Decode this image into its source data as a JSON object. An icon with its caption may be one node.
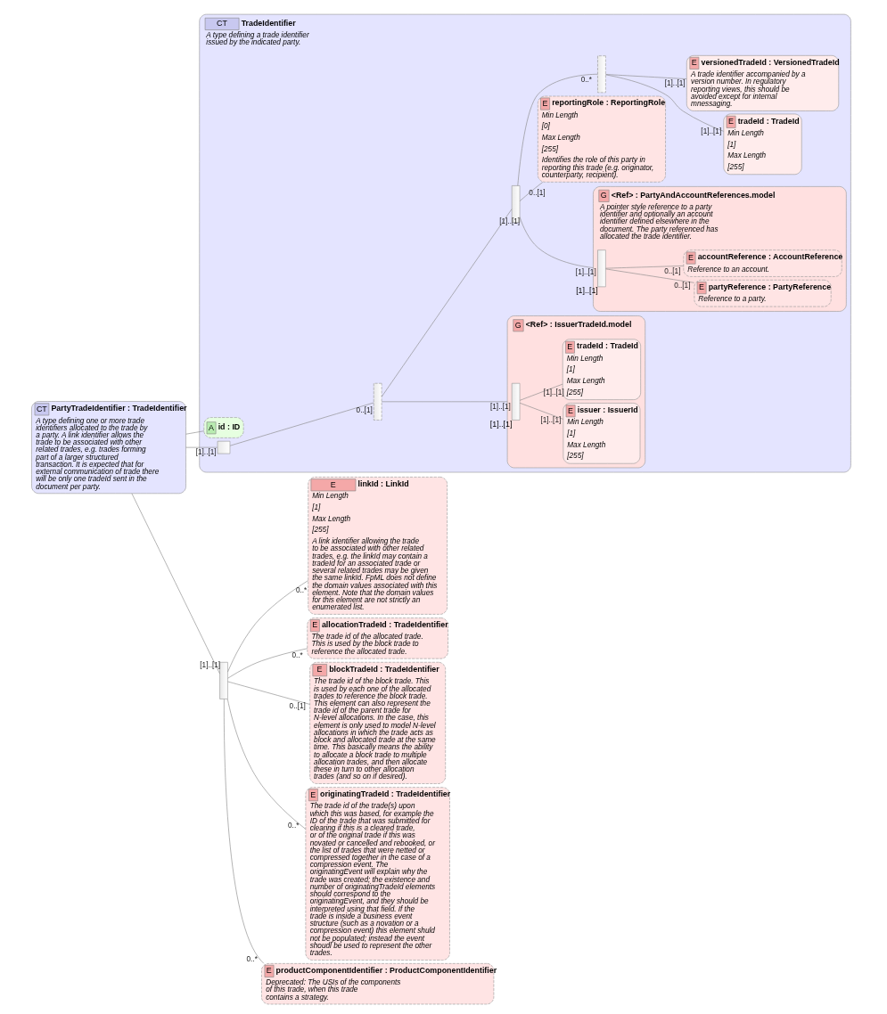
{
  "diagram": {
    "nodes": [
      {
        "text": [
          "CT",
          "PartyTradeIdentifier : TradeIdentifier",
          "A type defining one or more trade identifiers allocated to the trade by a party. A link identifier allows the trade to be associated with other related trades, e.g. trades forming part of a larger structured transaction. It is expected that for external communication of trade there will be only one tradeId sent in the document per party."
        ]
      },
      {
        "text": [
          "CT",
          "TradeIdentifier",
          "A type defining a trade identifier issued by the indicated party."
        ]
      },
      {
        "text": [
          "A",
          "id : ID"
        ],
        "in": 1
      },
      {
        "text": [],
        "shape": "box",
        "in": 1
      },
      {
        "text": [],
        "shape": "bar",
        "in": 1
      },
      {
        "text": [
          "G",
          "<Ref> : IssuerTradeId.model"
        ],
        "in": 1
      },
      {
        "text": [],
        "shape": "bar",
        "in": 5,
        "beside": [
          "[1]..[1]"
        ]
      },
      {
        "text": [
          "E",
          "issuer : IssuerId",
          "Min Length",
          "[1]",
          "Max Length",
          "[255]"
        ],
        "in": 5
      },
      {
        "text": [
          "E",
          "tradeId : TradeId",
          "Min Length",
          "[1]",
          "Max Length",
          "[255]"
        ],
        "in": 5
      },
      {
        "text": [],
        "shape": "bar",
        "in": 1
      },
      {
        "text": [
          "G",
          "<Ref> : PartyAndAccountReferences.model",
          "A pointer style reference to a party identifier and optionally an account identifier defined elsewhere in the document. The party referenced has allocated the trade identifier."
        ],
        "in": 1
      },
      {
        "text": [],
        "shape": "bar",
        "in": 10,
        "beside": [
          "[1]..[1]"
        ]
      },
      {
        "text": [
          "E",
          "partyReference : PartyReference",
          "Reference to a party."
        ],
        "in": 10
      },
      {
        "text": [
          "E",
          "accountReference : AccountReference",
          "Reference to an account."
        ],
        "in": 10
      },
      {
        "text": [
          "E",
          "reportingRole : ReportingRole",
          "Min Length",
          "[0]",
          "Max Length",
          "[255]",
          "Identifies the role of this party in reporting this trade (e.g. originator, counterparty, recipient)."
        ],
        "in": 1
      },
      {
        "text": [],
        "shape": "bar",
        "in": 1
      },
      {
        "text": [
          "E",
          "tradeId : TradeId",
          "Min Length",
          "[1]",
          "Max Length",
          "[255]"
        ],
        "in": 1
      },
      {
        "text": [
          "E",
          "versionedTradeId : VersionedTradeId",
          "A trade identifier accompanied by a version number. In regulatory reporting views, this should be avoided except for internal mnessaging."
        ],
        "in": 1
      },
      {
        "text": [],
        "shape": "bar"
      },
      {
        "text": [
          "E",
          "linkId : LinkId",
          "Min Length",
          "[1]",
          "Max Length",
          "[255]",
          "A link identifier allowing the trade to be associated with other related trades, e.g. the linkId may contain a tradeId for an associated trade or several related trades may be given the same linkId. FpML does not define the domain values associated with this element. Note that the domain values for this element are not strictly an enumerated list."
        ]
      },
      {
        "text": [
          "E",
          "allocationTradeId : TradeIdentifier",
          "The trade id of the allocated trade. This is used by the block trade to reference the allocated trade."
        ]
      },
      {
        "text": [
          "E",
          "blockTradeId : TradeIdentifier",
          "The trade id of the block trade. This is used by each one of the allocated trades to reference the block trade. This element can also represent the trade id of the parent trade for N-level allocations. In the case, this element is only used to model N-level allocations in which the trade acts as block and allocated trade at the same time. This basically means the ability to allocate a block trade to multiple allocation trades, and then allocate these in turn to other allocation trades (and so on if desired)."
        ]
      },
      {
        "text": [
          "E",
          "originatingTradeId : TradeIdentifier",
          "The trade id of the trade(s) upon which this was based, for example the ID of the trade that was submitted for clearing if this is a cleared trade, or of the original trade if this was novated or cancelled and rebooked, or the list of trades that were netted or compressed together in the case of a compression event. The originatingEvent will explain why the trade was created; the existence and number of originatingTradeId elements should correspond to the originatingEvent, and they should be interpreted using that field. If the trade is inside a business event structure (such as a novation or a compression event) this element shuld not be populated; instead the event shoudl be used to represent the other trades."
        ]
      },
      {
        "text": [
          "E",
          "productComponentIdentifier : ProductComponentIdentifier",
          "Deprecated: The USIs of the components of this trade, when this trade contains a strategy."
        ]
      }
    ],
    "edges": [
      {
        "from": 0,
        "to": 2,
        "arrow": "none"
      },
      {
        "from": 0,
        "to": 3,
        "label": "[1]..[1]",
        "arrow": "none"
      },
      {
        "from": 3,
        "to": 4,
        "label": "0..[1]",
        "arrow": "none"
      },
      {
        "from": 4,
        "to": 5,
        "label": "[1]..[1]",
        "arrow": "none"
      },
      {
        "from": 6,
        "to": 7,
        "label": "[1]..[1]",
        "arrow": "none"
      },
      {
        "from": 6,
        "to": 8,
        "label": "[1]..[1]",
        "arrow": "none"
      },
      {
        "from": 4,
        "to": 9,
        "label": "[1]..[1]",
        "arrow": "none"
      },
      {
        "from": 9,
        "to": 10,
        "label": "[1]..[1]",
        "arrow": "none"
      },
      {
        "from": 11,
        "to": 12,
        "label": "0..[1]",
        "arrow": "none"
      },
      {
        "from": 11,
        "to": 13,
        "label": "0..[1]",
        "arrow": "none"
      },
      {
        "from": 9,
        "to": 14,
        "label": "0..[1]",
        "arrow": "none"
      },
      {
        "from": 9,
        "to": 15,
        "label": "0..*",
        "arrow": "none"
      },
      {
        "from": 15,
        "to": 16,
        "label": "[1]..[1]",
        "arrow": "none"
      },
      {
        "from": 15,
        "to": 17,
        "label": "[1]..[1]",
        "arrow": "none"
      },
      {
        "from": 0,
        "to": 18,
        "label": "[1]..[1]",
        "arrow": "none"
      },
      {
        "from": 18,
        "to": 19,
        "label": "0..*",
        "arrow": "none"
      },
      {
        "from": 18,
        "to": 20,
        "label": "0..*",
        "arrow": "none"
      },
      {
        "from": 18,
        "to": 21,
        "label": "0..[1]",
        "arrow": "none"
      },
      {
        "from": 18,
        "to": 22,
        "label": "0..*",
        "arrow": "none"
      },
      {
        "from": 18,
        "to": 23,
        "label": "0..*",
        "arrow": "none"
      }
    ]
  }
}
